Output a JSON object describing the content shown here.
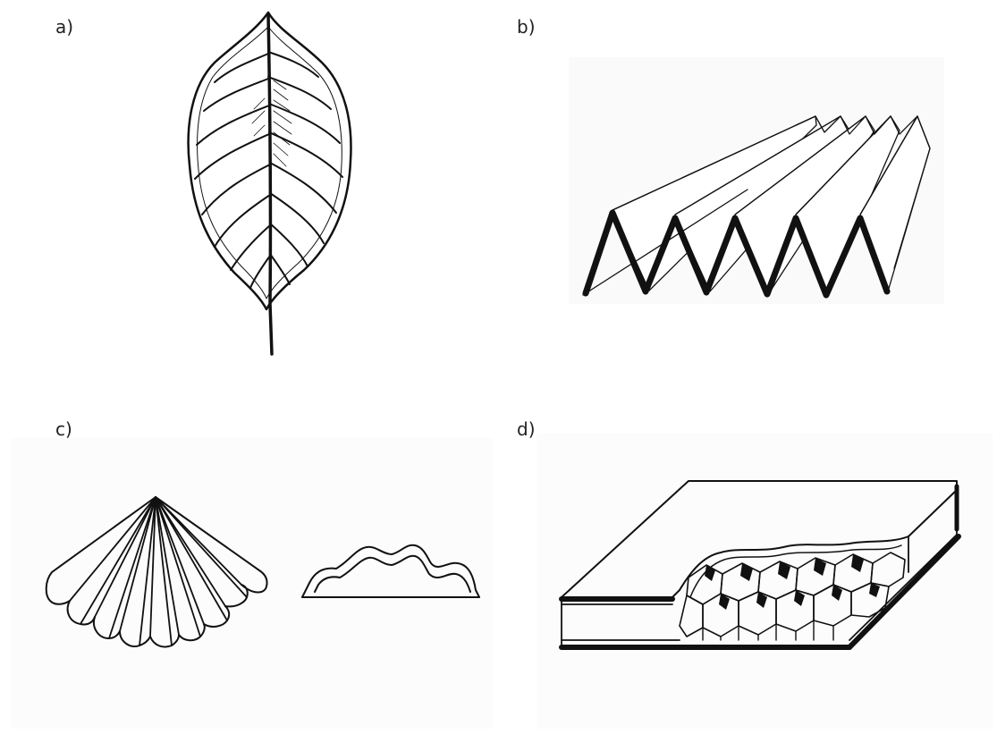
{
  "panels": {
    "a": {
      "label": "a)",
      "subject": "leaf-icon"
    },
    "b": {
      "label": "b)",
      "subject": "folded-sheet-icon"
    },
    "c": {
      "label": "c)",
      "subject": "pleated-fan-icon"
    },
    "d": {
      "label": "d)",
      "subject": "honeycomb-panel-icon"
    }
  },
  "colors": {
    "ink": "#111111",
    "panel_bg": "#fafafa"
  }
}
